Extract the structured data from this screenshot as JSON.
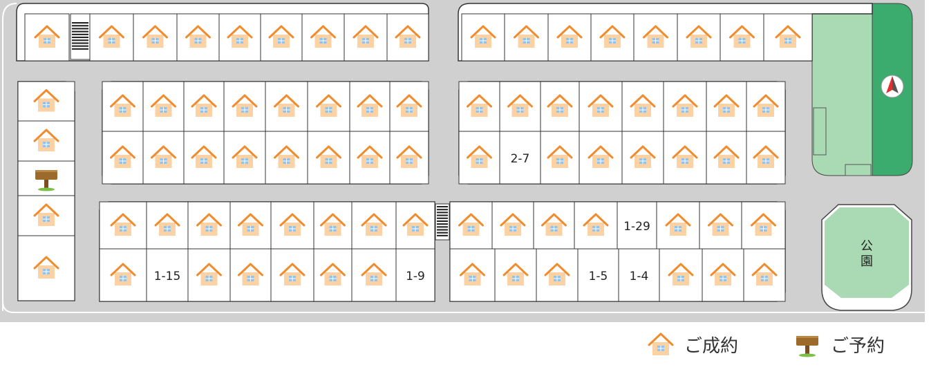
{
  "lot_labels": {
    "mid_left_bottom": [
      "",
      "",
      "",
      "",
      "",
      "",
      "",
      ""
    ],
    "mid_right_bottom_second": "2-7",
    "bottom_left_bottom": [
      "",
      "1-15",
      "",
      "",
      "",
      "",
      "",
      "1-9"
    ],
    "bottom_right_top_sixth": "1-29",
    "bottom_right_bottom": [
      "",
      "",
      "",
      "1-5",
      "1-4",
      "",
      "",
      ""
    ]
  },
  "park": {
    "label_line1": "公",
    "label_line2": "園"
  },
  "legend": {
    "sold_label": "ご成約",
    "reserved_label": "ご予約"
  },
  "colors": {
    "road": "#d0d0d0",
    "lot_fill": "#ffffff",
    "lot_border": "#333333",
    "green_strip": "#3cab6e",
    "green_area": "#a9dab3",
    "house_body": "#fcd1a4",
    "house_roof": "#f08c2e",
    "house_window": "#8fc4ee",
    "sign_wood": "#9c6b2c"
  },
  "icons": {
    "sold": "house-icon",
    "reserved": "signboard-icon"
  }
}
